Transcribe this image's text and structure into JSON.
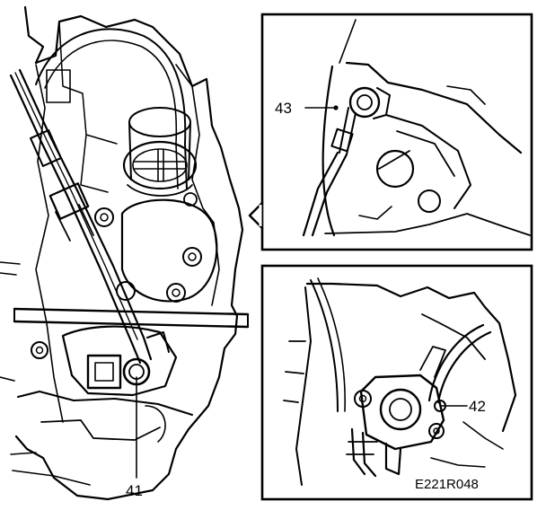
{
  "figure": {
    "drawing_code": "E221R048",
    "callouts": [
      {
        "id": "c41",
        "label": "41"
      },
      {
        "id": "c42",
        "label": "42"
      },
      {
        "id": "c43",
        "label": "43"
      }
    ]
  },
  "colors": {
    "ink": "#000000",
    "paper": "#ffffff"
  }
}
